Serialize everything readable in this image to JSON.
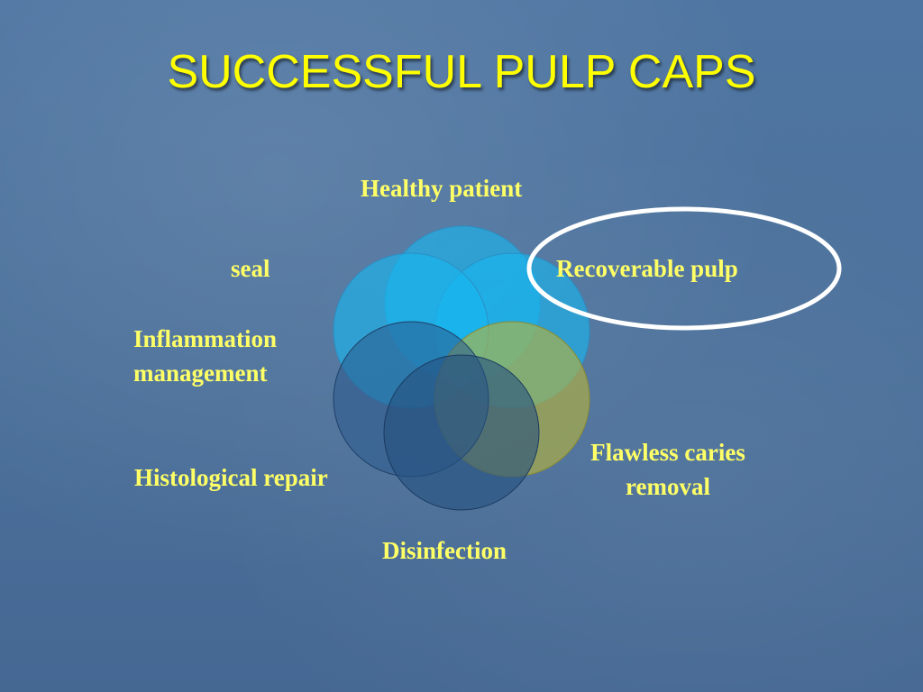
{
  "slide": {
    "title": "SUCCESSFUL PULP CAPS"
  },
  "diagram": {
    "labels": {
      "healthy_patient": "Healthy patient",
      "recoverable_pulp": "Recoverable pulp",
      "seal": "seal",
      "inflammation_line1": "Inflammation",
      "inflammation_line2": "management",
      "flawless_line1": "Flawless caries",
      "flawless_line2": "removal",
      "histological_repair": "Histological repair",
      "disinfection": "Disinfection"
    },
    "highlighted_label": "Recoverable pulp"
  },
  "colors": {
    "title": "#ffff00",
    "label": "#ffff66",
    "highlight_ring": "#ffffff",
    "circle_cyan": "#19b7ef",
    "circle_olive": "#9fb04a",
    "circle_dark_blue": "#2e5f92"
  }
}
